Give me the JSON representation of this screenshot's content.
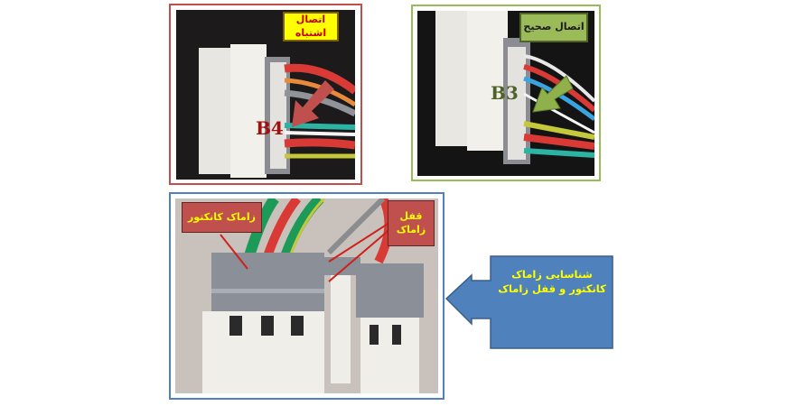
{
  "figures": {
    "wrong": {
      "label": "اتصال اشتباه",
      "pin": "B4",
      "border_color": "#c0504d",
      "label_bg": "#ffff00"
    },
    "correct": {
      "label": "اتصال صحیح",
      "pin": "B3",
      "border_color": "#9bbb59",
      "label_bg": "#9bbb59"
    },
    "latch": {
      "connector_latch_label": "زاماک کانکتور",
      "latch_lock_label": "قفل زاماک",
      "border_color": "#4f81bd",
      "label_bg": "#c0504d"
    }
  },
  "callout": {
    "text": "شناسایی زاماک کانکتور و قفل زاماک",
    "bg": "#4f81bd",
    "text_color": "#ffff00"
  }
}
